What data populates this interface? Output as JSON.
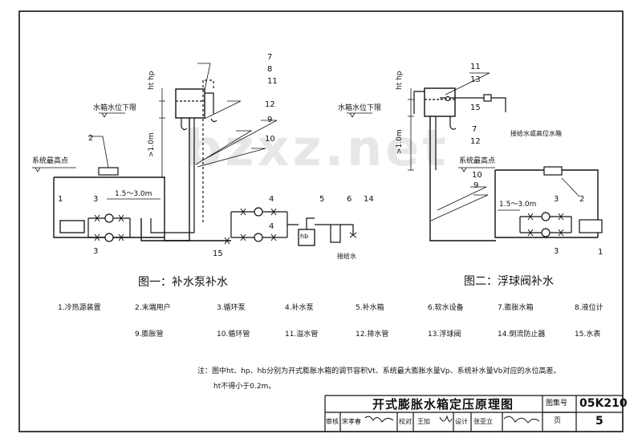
{
  "watermark": "bzxz.net",
  "figure1": {
    "caption": "图一：补水泵补水",
    "water_level_label": "水箱水位下限",
    "system_high_label": "系统最高点",
    "dim_ht_hp": "ht hp",
    "dim_1m": ">1.0m",
    "dim_span": "1.5～3.0m",
    "dim_hb": "hb",
    "supply_label": "接给水",
    "callouts": {
      "c1": "1",
      "c2": "2",
      "c3a": "3",
      "c3b": "3",
      "c4a": "4",
      "c4b": "4",
      "c5": "5",
      "c6": "6",
      "c7": "7",
      "c8": "8",
      "c9": "9",
      "c10": "10",
      "c11": "11",
      "c12": "12",
      "c14": "14",
      "c15": "15"
    }
  },
  "figure2": {
    "caption": "图二：浮球阀补水",
    "water_level_label": "水箱水位下限",
    "system_high_label": "系统最高点",
    "dim_ht_hp": "ht hp",
    "dim_1m": ">1.0m",
    "dim_span": "1.5～3.0m",
    "supply_label": "接给水或高位水箱",
    "callouts": {
      "c1": "1",
      "c2": "2",
      "c3a": "3",
      "c3b": "3",
      "c7": "7",
      "c9": "9",
      "c10": "10",
      "c11": "11",
      "c12": "12",
      "c13": "13",
      "c15": "15"
    }
  },
  "legend": [
    "1.冷热源装置",
    "2.末端用户",
    "3.循环泵",
    "4.补水泵",
    "5.补水箱",
    "6.软水设备",
    "7.膨胀水箱",
    "8.液位计",
    "9.膨胀管",
    "10.循环管",
    "11.溢水管",
    "12.排水管",
    "13.浮球阀",
    "14.倒流防止器",
    "15.水表"
  ],
  "note": {
    "line1": "注：图中ht、hp、hb分别为开式膨胀水箱的调节容积Vt、系统最大膨胀水量Vp、系统补水量Vb对应的水位高差。",
    "line2": "ht不得小于0.2m。"
  },
  "titleblock": {
    "title": "开式膨胀水箱定压原理图",
    "atlas_label": "图集号",
    "atlas_no": "05K210",
    "page_label": "页",
    "page_no": "5",
    "review_label": "审核",
    "reviewer": "宋孝春",
    "check_label": "校对",
    "checker": "王加",
    "design_label": "设计",
    "designer": "张亚立"
  }
}
